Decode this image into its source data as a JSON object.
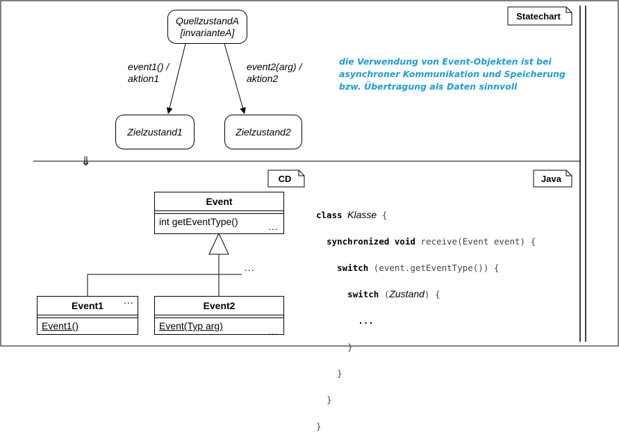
{
  "statechart": {
    "tag": "Statechart",
    "source_state": {
      "name": "QuellzustandA",
      "invariant": "[invarianteA]"
    },
    "target1": "Zielzustand1",
    "target2": "Zielzustand2",
    "transition1": {
      "line1": "event1() /",
      "line2": "aktion1"
    },
    "transition2": {
      "line1": "event2(arg) /",
      "line2": "aktion2"
    },
    "note": [
      "die Verwendung von Event-Objekten ist bei",
      "asynchroner Kommunikation und Speicherung",
      "bzw.  Übertragung als Daten sinnvoll"
    ]
  },
  "arrow_symbol": "⇓",
  "cd": {
    "tag": "CD",
    "event": {
      "name": "Event",
      "method": "int getEventType()",
      "dots": "..."
    },
    "event1": {
      "name": "Event1",
      "method": "Event1()",
      "dots": "..."
    },
    "event2": {
      "name": "Event2",
      "method": "Event(Typ arg)",
      "dots": "..."
    },
    "more_dots": "..."
  },
  "java": {
    "tag": "Java",
    "line1": {
      "kw": "class",
      "name": "Klasse",
      "rest": " {"
    },
    "line2": {
      "kw": "synchronized void",
      "rest": " receive(Event event) {"
    },
    "line3": {
      "kw": "switch",
      "rest": " (event.getEventType()) {"
    },
    "line4": {
      "kw": "switch",
      "open": " (",
      "var": "Zustand",
      "rest": ") {"
    },
    "line5": "...",
    "line6": "}",
    "line7": "}",
    "line8": "}",
    "line9": "}"
  }
}
